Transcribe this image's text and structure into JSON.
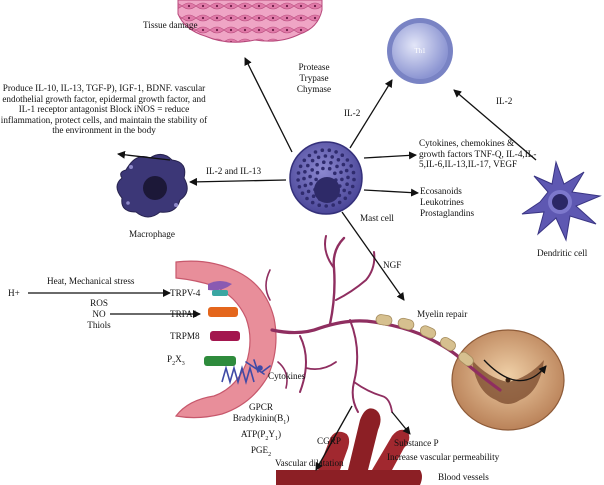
{
  "labels": {
    "tissue_damage": "Tissue damage",
    "th1": "Th1",
    "mast_mediators": [
      "Protease",
      "Trypase",
      "Chymase"
    ],
    "il2_left": "IL-2",
    "il2_right": "IL-2",
    "macrophage_effects": "Produce IL-10, IL-13, TGF-P), IGF-1, BDNF. vascular endothelial growth factor, epidermal growth factor, and IL-1 receptor antagonist Block iNOS = reduce inflammation, protect cells, and maintain the stability of the environment in the body",
    "cytokines_block": "Cytokines, chemokines & growth factors TNF-Q, IL-4,IL-5,IL-6,IL-13,IL-17, VEGF",
    "il2_il13": "IL-2 and IL-13",
    "lipid_mediators": [
      "Ecosanoids",
      "Leukotrines",
      "Prostaglandins"
    ],
    "mast_cell": "Mast cell",
    "macrophage": "Macrophage",
    "dendritic_cell": "Dendritic cell",
    "ngf": "NGF",
    "stimuli": "Heat, Mechanical stress",
    "h_ion": "H+",
    "ros_list": [
      "ROS",
      "NO",
      "Thiols"
    ],
    "trpv4": "TRPV-4",
    "trpa1": "TRPA1",
    "trpm8": "TRPM8",
    "p2x3": "P2X3",
    "cytokines": "Cytokines",
    "gpcr_list": [
      "GPCR",
      "Bradykinin(B1)",
      "ATP(P2Y1)",
      "PGE2"
    ],
    "myelin_repair": "Myelin repair",
    "cgrp": "CGRP",
    "vascular_dilatation": "Vascular dilatation",
    "substance_p": "Substance P",
    "vascular_permeability": "Increase vascular permeability",
    "blood_vessels": "Blood vessels"
  },
  "colors": {
    "tissue": "#e58bb2",
    "mast_cell": "#4d4a9e",
    "macrophage": "#3c3777",
    "th1_cell": "#9ea6dc",
    "dendritic_cell": "#5e58b2",
    "neuron": "#8f2e60",
    "terminal": "#e88e9a",
    "myelin": "#d6c08f",
    "spinal_cord": "#c9946d",
    "blood_vessel": "#8c1f25",
    "trpv4": "#8a5ab2",
    "trpa1": "#e4661c",
    "trpm8": "#a3164e",
    "p2x3": "#2e8b3c",
    "gpcr": "#3f4aa6"
  },
  "icons": [
    "arrow-icon",
    "cell-icon",
    "receptor-icon"
  ]
}
